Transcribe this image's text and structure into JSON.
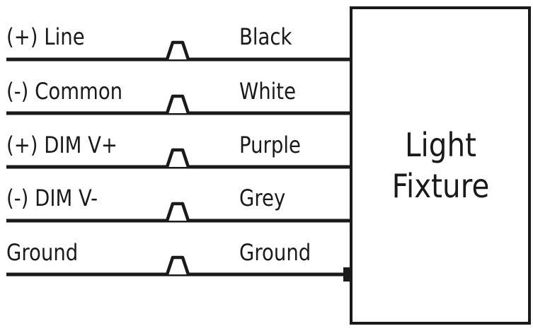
{
  "fixture": {
    "line1": "Light",
    "line2": "Fixture"
  },
  "wires": [
    {
      "source": "(+) Line",
      "color": "Black",
      "stroke": "#1a1a1a"
    },
    {
      "source": "(-) Common",
      "color": "White",
      "stroke": "#1a1a1a"
    },
    {
      "source": "(+) DIM V+",
      "color": "Purple",
      "stroke": "#1a1a1a"
    },
    {
      "source": "(-) DIM V-",
      "color": "Grey",
      "stroke": "#1a1a1a"
    },
    {
      "source": "Ground",
      "color": "Ground",
      "stroke": "#1a1a1a"
    }
  ],
  "ground_terminal": "Ground"
}
